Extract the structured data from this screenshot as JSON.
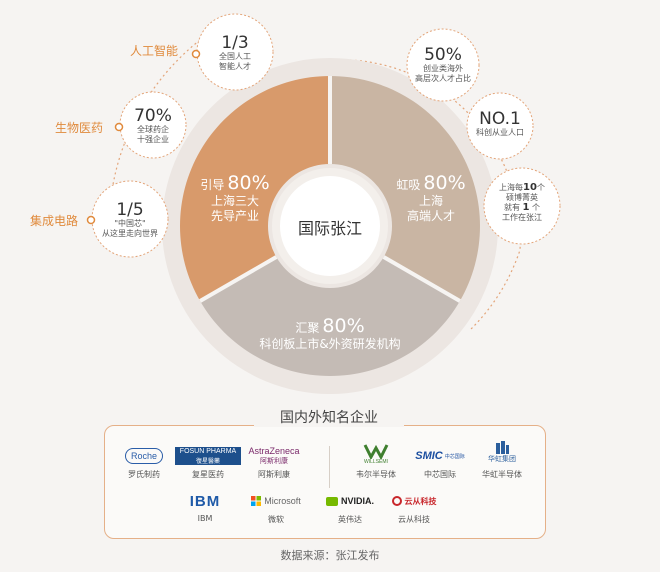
{
  "colors": {
    "orange": "#d89a6b",
    "taupe": "#c9b5a3",
    "grey": "#c4bbb5",
    "accent": "#e08a3c",
    "panel_border": "#e5b088"
  },
  "center": {
    "label": "国际张江"
  },
  "segments": {
    "left": {
      "prefix": "引导",
      "value": "80%",
      "line1": "上海三大",
      "line2": "先导产业"
    },
    "right": {
      "prefix": "虹吸",
      "value": "80%",
      "line1": "上海",
      "line2": "高端人才"
    },
    "bottom": {
      "prefix": "汇聚",
      "value": "80%",
      "line1": "科创板上市&外资研发机构"
    }
  },
  "left_bubbles": [
    {
      "sector": "人工智能",
      "value": "1/3",
      "desc1": "全国人工",
      "desc2": "智能人才"
    },
    {
      "sector": "生物医药",
      "value": "70%",
      "desc1": "全球药企",
      "desc2": "十强企业"
    },
    {
      "sector": "集成电路",
      "value": "1/5",
      "desc1": "\"中国芯\"",
      "desc2": "从这里走向世界"
    }
  ],
  "right_bubbles": [
    {
      "value": "50%",
      "desc1": "创业类海外",
      "desc2": "高层次人才占比"
    },
    {
      "value": "NO.1",
      "desc1": "科创从业人口",
      "desc2": ""
    },
    {
      "line1_pre": "上海每",
      "line1_num": "10",
      "line1_post": "个",
      "line2": "硕博菁英",
      "line3_pre": "就有",
      "line3_num": "1",
      "line3_post": "个",
      "line4": "工作在张江"
    }
  ],
  "companies_panel": {
    "title": "国内外知名企业",
    "row1": [
      {
        "logo": "Roche",
        "name": "罗氏制药"
      },
      {
        "logo": "FOSUN PHARMA",
        "logo_sub": "復星醫藥",
        "name": "复星医药"
      },
      {
        "logo": "AstraZeneca",
        "logo_sub": "阿斯利康",
        "name": "阿斯利康"
      },
      {
        "logo": "WILLSEMI",
        "name": "韦尔半导体"
      },
      {
        "logo": "SMIC",
        "logo_sub": "中芯国际",
        "name": "中芯国际"
      },
      {
        "logo": "华虹集团",
        "name": "华虹半导体"
      }
    ],
    "row2": [
      {
        "logo": "IBM",
        "name": "IBM"
      },
      {
        "logo": "Microsoft",
        "name": "微软"
      },
      {
        "logo": "NVIDIA.",
        "name": "英伟达"
      },
      {
        "logo": "云从科技",
        "name": "云从科技"
      }
    ]
  },
  "source": "数据来源：张江发布"
}
